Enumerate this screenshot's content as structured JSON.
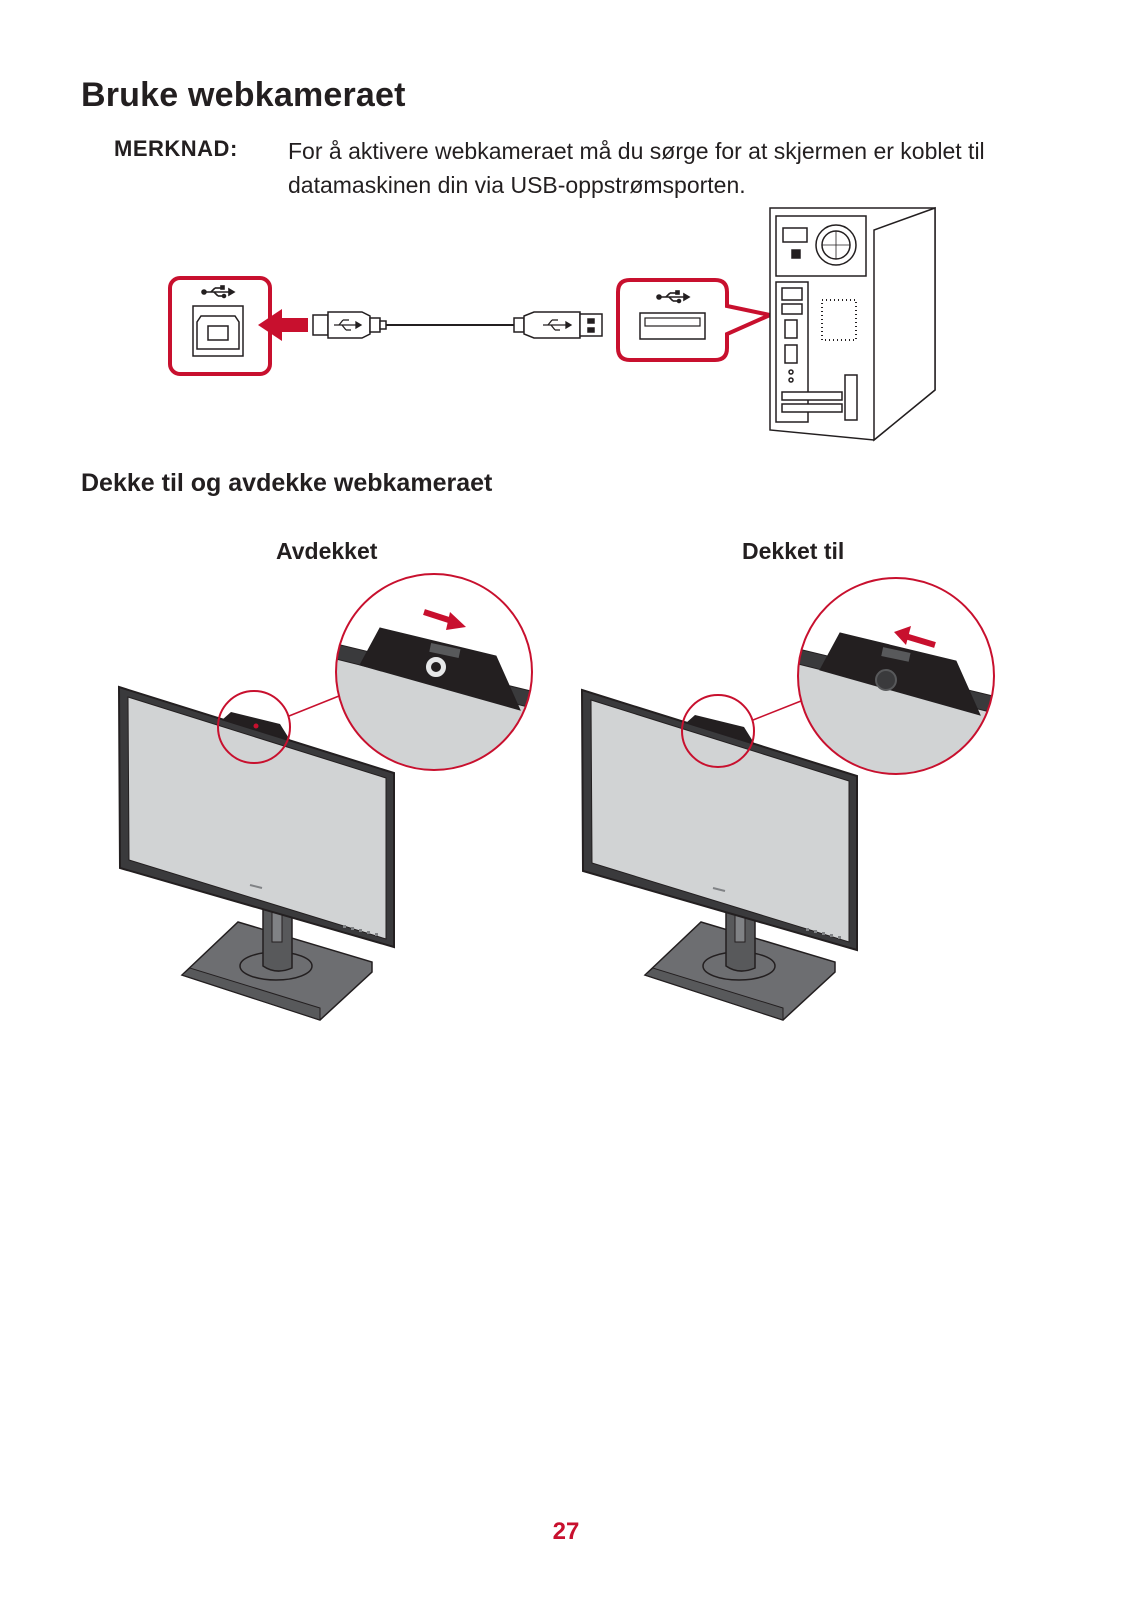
{
  "page": {
    "title": "Bruke webkameraet",
    "note_label": "MERKNAD:",
    "note_text": "For å aktivere webkameraet må du sørge for at skjermen er koblet til datamaskinen din via USB-oppstrømsporten.",
    "section_heading": "Dekke til og avdekke webkameraet",
    "caption_left": "Avdekket",
    "caption_right": "Dekket til",
    "page_number": "27"
  },
  "colors": {
    "accent": "#c8102e",
    "text": "#231f20",
    "screen": "#d1d3d4",
    "bezel": "#3a3a3c"
  },
  "icons": [
    "usb-icon",
    "usb-b-port-icon",
    "usb-a-port-icon",
    "arrow-left-icon",
    "arrow-right-icon",
    "computer-tower-icon",
    "monitor-icon",
    "webcam-icon"
  ]
}
